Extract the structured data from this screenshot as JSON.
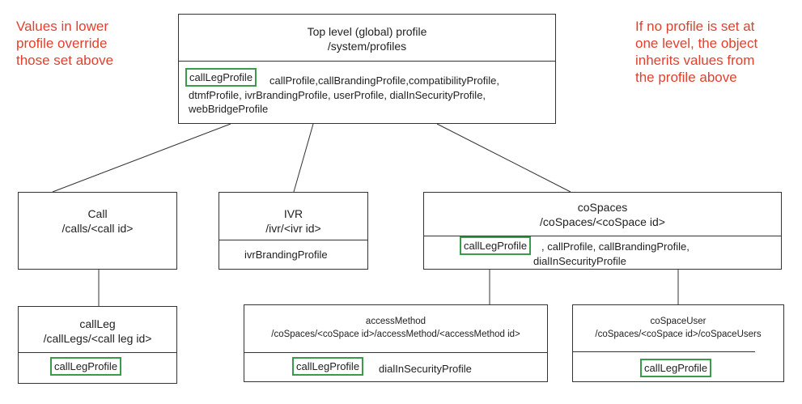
{
  "notes": {
    "left": "Values in lower\nprofile override\nthose set above",
    "right": "If no profile is set at\none level, the object\ninherits values from\nthe profile above"
  },
  "top_box": {
    "title": "Top level (global) profile\n/system/profiles",
    "highlight": "callLegProfile",
    "line1": "callProfile,callBrandingProfile,compatibilityProfile,",
    "line2": "dtmfProfile, ivrBrandingProfile, userProfile, dialInSecurityProfile,",
    "line3": "webBridgeProfile"
  },
  "call_box": {
    "title": "Call\n/calls/<call id>"
  },
  "ivr_box": {
    "title": "IVR\n/ivr/<ivr id>",
    "body": "ivrBrandingProfile"
  },
  "cospaces_box": {
    "title": "coSpaces\n/coSpaces/<coSpace id>",
    "highlight": "callLegProfile",
    "line1": ", callProfile, callBrandingProfile,",
    "line2": "dialInSecurityProfile"
  },
  "callleg_box": {
    "title": "callLeg\n/callLegs/<call leg id>",
    "highlight": "callLegProfile"
  },
  "access_box": {
    "title": "accessMethod\n/coSpaces/<coSpace id>/accessMethod/<accessMethod id>",
    "highlight": "callLegProfile",
    "body": "dialInSecurityProfile"
  },
  "cospaceuser_box": {
    "title": "coSpaceUser\n/coSpaces/<coSpace id>/coSpaceUsers",
    "highlight": "callLegProfile"
  },
  "colors": {
    "note": "#e0412e",
    "highlight_border": "#3a9b4a",
    "line": "#333333"
  }
}
